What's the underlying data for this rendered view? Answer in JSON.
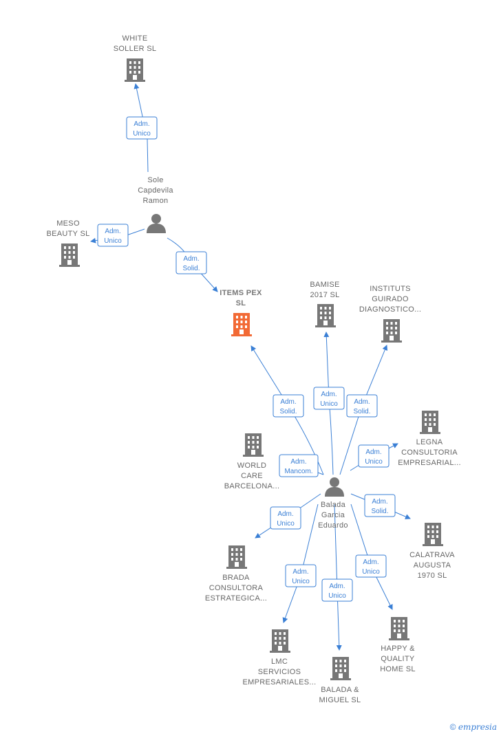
{
  "colors": {
    "edge": "#3a7fd5",
    "node": "#777777",
    "focus": "#f26a35"
  },
  "nodes": [
    {
      "id": "white_soller",
      "type": "company",
      "lines": [
        "WHITE",
        "SOLLER  SL"
      ]
    },
    {
      "id": "sole",
      "type": "person",
      "lines": [
        "Sole",
        "Capdevila",
        "Ramon"
      ]
    },
    {
      "id": "meso",
      "type": "company",
      "lines": [
        "MESO",
        "BEAUTY  SL"
      ]
    },
    {
      "id": "items_pex",
      "type": "company",
      "focus": true,
      "lines": [
        "ITEMS PEX",
        "SL"
      ]
    },
    {
      "id": "bamise",
      "type": "company",
      "lines": [
        "BAMISE",
        "2017  SL"
      ]
    },
    {
      "id": "instituts",
      "type": "company",
      "lines": [
        "INSTITUTS",
        "GUIRADO",
        "DIAGNOSTICO..."
      ]
    },
    {
      "id": "legna",
      "type": "company",
      "lines": [
        "LEGNA",
        "CONSULTORIA",
        "EMPRESARIAL..."
      ]
    },
    {
      "id": "world_care",
      "type": "company",
      "lines": [
        "WORLD",
        "CARE",
        "BARCELONA..."
      ]
    },
    {
      "id": "balada",
      "type": "person",
      "lines": [
        "Balada",
        "Garcia",
        "Eduardo"
      ]
    },
    {
      "id": "calatrava",
      "type": "company",
      "lines": [
        "CALATRAVA",
        "AUGUSTA",
        "1970  SL"
      ]
    },
    {
      "id": "brada",
      "type": "company",
      "lines": [
        "BRADA",
        "CONSULTORA",
        "ESTRATEGICA..."
      ]
    },
    {
      "id": "happy",
      "type": "company",
      "lines": [
        "HAPPY &",
        "QUALITY",
        "HOME  SL"
      ]
    },
    {
      "id": "lmc",
      "type": "company",
      "lines": [
        "LMC",
        "SERVICIOS",
        "EMPRESARIALES..."
      ]
    },
    {
      "id": "balada_miguel",
      "type": "company",
      "lines": [
        "BALADA &",
        "MIGUEL SL"
      ]
    }
  ],
  "edges": [
    {
      "from": "sole",
      "to": "white_soller",
      "label": [
        "Adm.",
        "Unico"
      ]
    },
    {
      "from": "sole",
      "to": "meso",
      "label": [
        "Adm.",
        "Unico"
      ]
    },
    {
      "from": "sole",
      "to": "items_pex",
      "label": [
        "Adm.",
        "Solid."
      ]
    },
    {
      "from": "balada",
      "to": "items_pex",
      "label": [
        "Adm.",
        "Solid."
      ]
    },
    {
      "from": "balada",
      "to": "bamise",
      "label": [
        "Adm.",
        "Unico"
      ]
    },
    {
      "from": "balada",
      "to": "instituts",
      "label": [
        "Adm.",
        "Solid."
      ]
    },
    {
      "from": "balada",
      "to": "legna",
      "label": [
        "Adm.",
        "Unico"
      ]
    },
    {
      "from": "balada",
      "to": "world_care",
      "label": [
        "Adm.",
        "Mancom."
      ]
    },
    {
      "from": "balada",
      "to": "calatrava",
      "label": [
        "Adm.",
        "Solid."
      ]
    },
    {
      "from": "balada",
      "to": "brada",
      "label": [
        "Adm.",
        "Unico"
      ]
    },
    {
      "from": "balada",
      "to": "happy",
      "label": [
        "Adm.",
        "Unico"
      ]
    },
    {
      "from": "balada",
      "to": "lmc",
      "label": [
        "Adm.",
        "Unico"
      ]
    },
    {
      "from": "balada",
      "to": "balada_miguel",
      "label": [
        "Adm.",
        "Unico"
      ]
    }
  ],
  "footer": {
    "copyright": "©",
    "brand_initial": "e",
    "brand_rest": "mpresia"
  }
}
